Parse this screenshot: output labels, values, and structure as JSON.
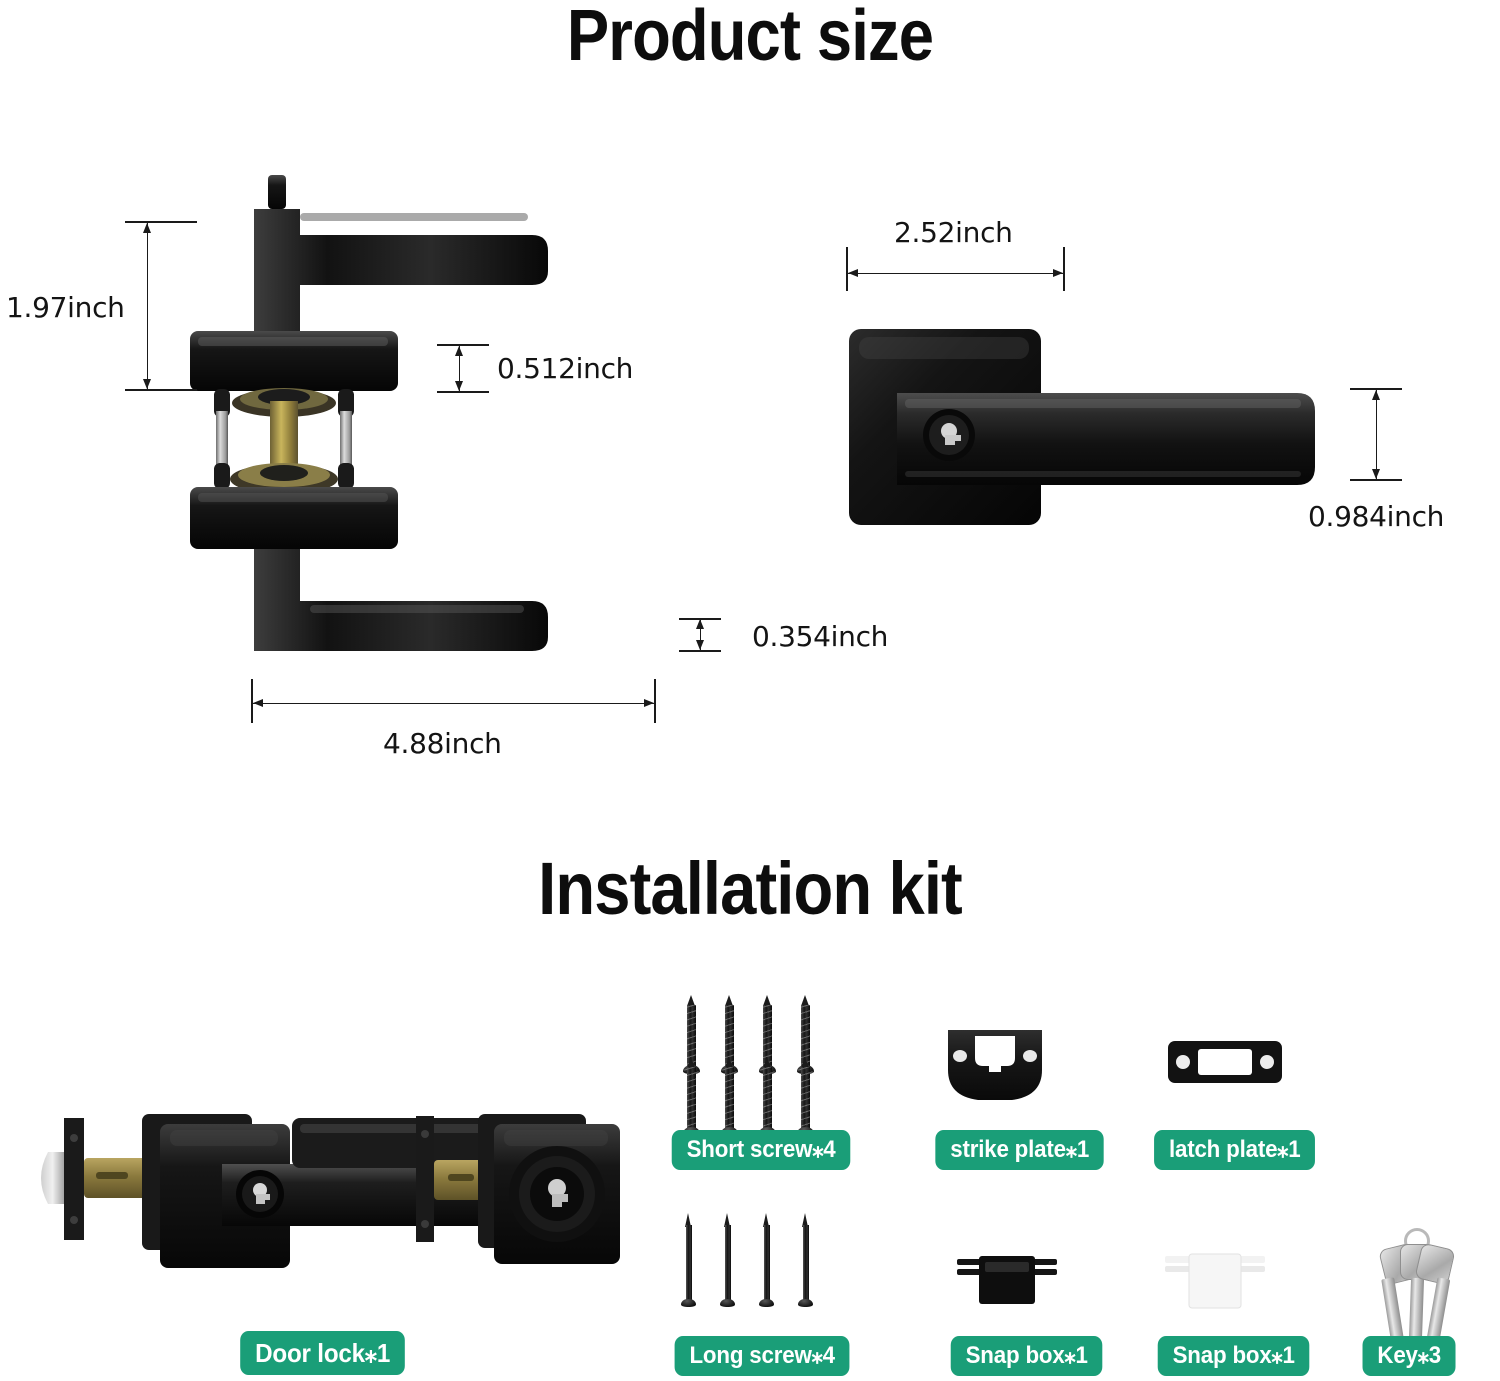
{
  "sections": {
    "product_size": {
      "title": "Product size"
    },
    "installation_kit": {
      "title": "Installation kit"
    }
  },
  "dimensions": {
    "lever_height": "1.97inch",
    "rose_thickness": "0.512inch",
    "lever_thickness": "0.354inch",
    "lever_length": "4.88inch",
    "rose_width": "2.52inch",
    "rose_height": "0.984inch"
  },
  "kit_items": [
    {
      "id": "door-lock",
      "label": "Door lock⁎1"
    },
    {
      "id": "short-screw",
      "label": "Short screw⁎4"
    },
    {
      "id": "strike-plate",
      "label": "strike plate⁎1"
    },
    {
      "id": "latch-plate",
      "label": "latch plate⁎1"
    },
    {
      "id": "long-screw",
      "label": "Long screw⁎4"
    },
    {
      "id": "snap-box-black",
      "label": "Snap box⁎1"
    },
    {
      "id": "snap-box-white",
      "label": "Snap box⁎1"
    },
    {
      "id": "key",
      "label": "Key⁎3"
    }
  ],
  "colors": {
    "badge_green": "#1a9e78",
    "badge_text": "#ffffff",
    "heading_text": "#0d0d0d",
    "dimension_text": "#141414",
    "background": "#ffffff"
  }
}
